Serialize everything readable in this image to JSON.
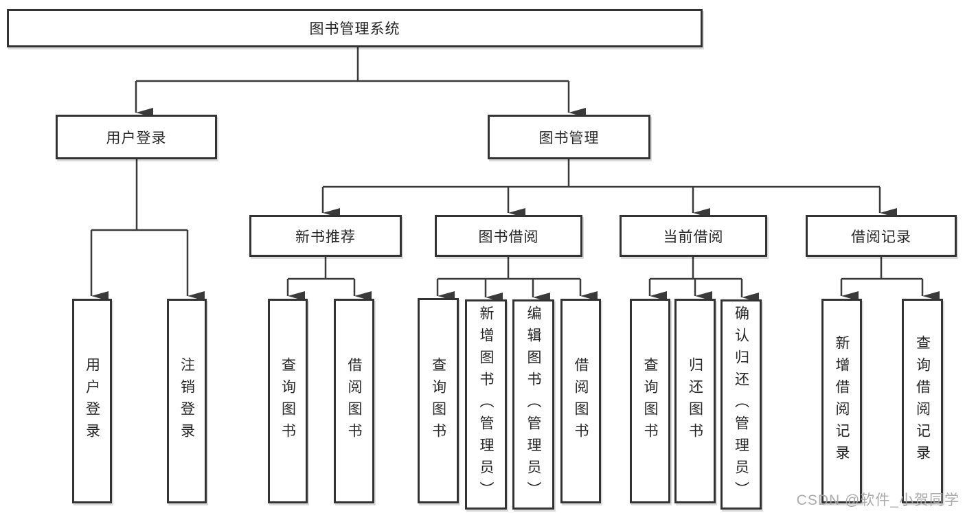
{
  "diagram": {
    "root": {
      "label": "图书管理系统"
    },
    "branches": [
      {
        "label": "用户登录",
        "children": [
          {
            "label": "用户登录"
          },
          {
            "label": "注销登录"
          }
        ]
      },
      {
        "label": "图书管理",
        "children": [
          {
            "label": "新书推荐",
            "children": [
              {
                "label": "查询图书"
              },
              {
                "label": "借阅图书"
              }
            ]
          },
          {
            "label": "图书借阅",
            "children": [
              {
                "label": "查询图书"
              },
              {
                "label": "新增图书（管理员）"
              },
              {
                "label": "编辑图书（管理员）"
              },
              {
                "label": "借阅图书"
              }
            ]
          },
          {
            "label": "当前借阅",
            "children": [
              {
                "label": "查询图书"
              },
              {
                "label": "归还图书"
              },
              {
                "label": "确认归还（管理员）"
              }
            ]
          },
          {
            "label": "借阅记录",
            "children": [
              {
                "label": "新增借阅记录"
              },
              {
                "label": "查询借阅记录"
              }
            ]
          }
        ]
      }
    ],
    "watermark": "CSDN @软件_小贺同学",
    "colors": {
      "line": "#3a3a3a",
      "box_border": "#333333",
      "box_fill": "#ffffff",
      "text": "#262626",
      "watermark": "#a5a5a5"
    }
  }
}
